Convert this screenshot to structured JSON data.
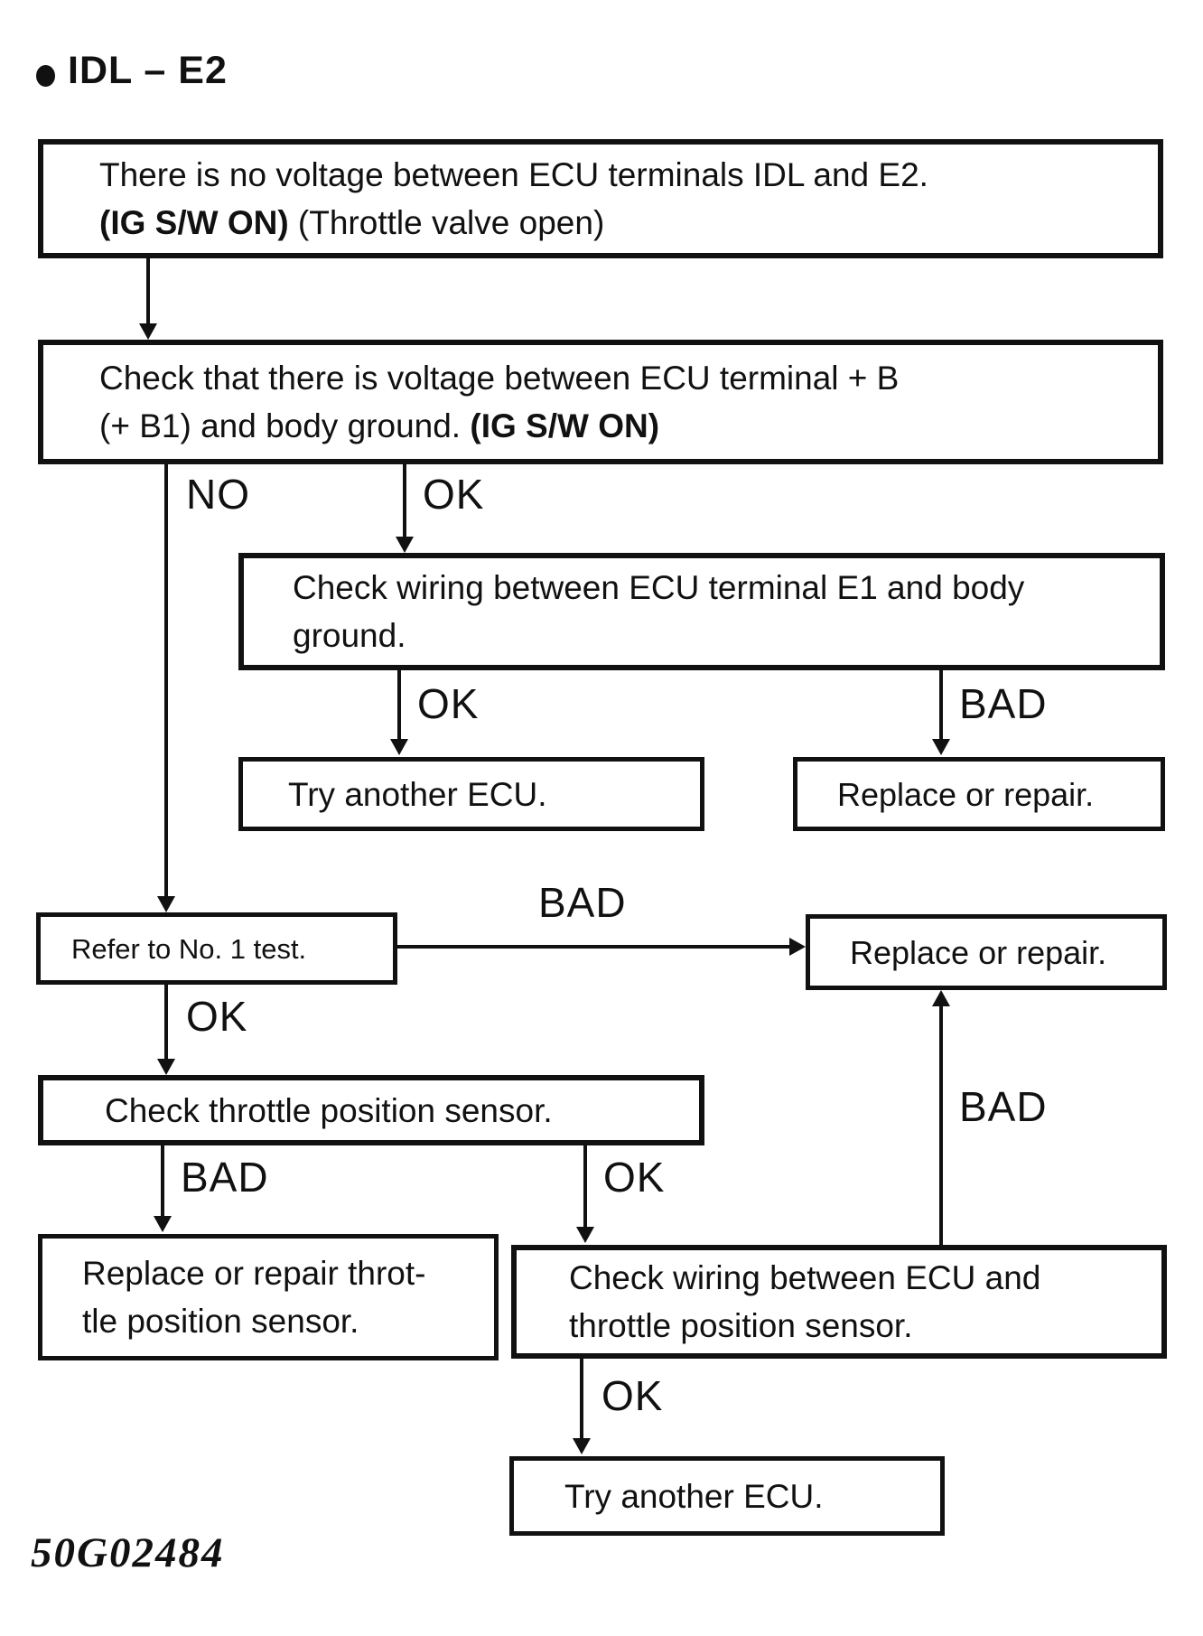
{
  "title": {
    "bullet": "",
    "text": "IDL – E2"
  },
  "figure_code": "50G02484",
  "ink_color": "#111111",
  "nodes": {
    "no_voltage": {
      "line1": "There is no voltage between ECU terminals IDL and E2.",
      "line2_bold": "(IG S/W ON)",
      "line2_rest": " (Throttle valve open)"
    },
    "check_b_voltage": {
      "line1": "Check that there is voltage between ECU terminal + B",
      "line2_rest": "(+ B1) and body ground. ",
      "line2_bold": "(IG S/W ON)"
    },
    "check_wiring_e1": {
      "line1": "Check wiring between ECU terminal E1 and body",
      "line2": "ground."
    },
    "try_another_ecu_1": {
      "text": "Try another ECU."
    },
    "replace_or_repair_1": {
      "text": "Replace or repair."
    },
    "refer_no1_test": {
      "text": "Refer to No. 1 test."
    },
    "replace_or_repair_2": {
      "text": "Replace or repair."
    },
    "check_tps": {
      "text": "Check throttle position sensor."
    },
    "replace_tps": {
      "line1": "Replace or repair throt-",
      "line2": "tle position sensor."
    },
    "check_wiring_tps": {
      "line1": "Check wiring between ECU and",
      "line2": "throttle position sensor."
    },
    "try_another_ecu_2": {
      "text": "Try another ECU."
    }
  },
  "edge_labels": {
    "no_1": "NO",
    "ok_1": "OK",
    "ok_2": "OK",
    "bad_1": "BAD",
    "bad_refer": "BAD",
    "ok_refer": "OK",
    "bad_tps": "BAD",
    "ok_tps": "OK",
    "bad_up": "BAD",
    "ok_final": "OK"
  }
}
